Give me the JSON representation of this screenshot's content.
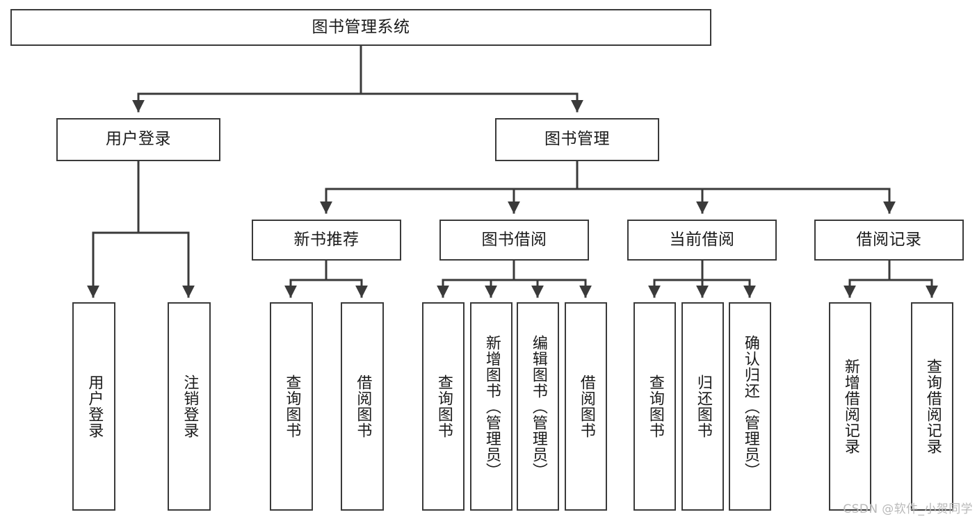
{
  "diagram": {
    "title": "图书管理系统",
    "type": "tree-hierarchy",
    "watermark": "CSDN @软件_小贺同学",
    "colors": {
      "stroke": "#3a3a3a",
      "fill": "#ffffff",
      "text": "#1a1a1a",
      "watermark": "#b9b9b9"
    },
    "levels": {
      "root": "图书管理系统",
      "level2": [
        "用户登录",
        "图书管理"
      ],
      "level3": [
        "新书推荐",
        "图书借阅",
        "当前借阅",
        "借阅记录"
      ]
    },
    "nodes": {
      "root": {
        "label": "图书管理系统"
      },
      "user_login": {
        "label": "用户登录"
      },
      "book_manage": {
        "label": "图书管理"
      },
      "new_book_rec": {
        "label": "新书推荐"
      },
      "book_borrow": {
        "label": "图书借阅"
      },
      "current_borrow": {
        "label": "当前借阅"
      },
      "borrow_record": {
        "label": "借阅记录"
      },
      "leaf_user_login": {
        "label": "用户登录"
      },
      "leaf_logout": {
        "label": "注销登录"
      },
      "leaf_query_book_1": {
        "label": "查询图书"
      },
      "leaf_borrow_book_1": {
        "label": "借阅图书"
      },
      "leaf_query_book_2": {
        "label": "查询图书"
      },
      "leaf_add_book": {
        "label": "新增图书（管理员）"
      },
      "leaf_edit_book": {
        "label": "编辑图书（管理员）"
      },
      "leaf_borrow_book_2": {
        "label": "借阅图书"
      },
      "leaf_query_book_3": {
        "label": "查询图书"
      },
      "leaf_return_book": {
        "label": "归还图书"
      },
      "leaf_confirm_return": {
        "label": "确认归还（管理员）"
      },
      "leaf_add_record": {
        "label": "新增借阅记录"
      },
      "leaf_query_record": {
        "label": "查询借阅记录"
      }
    },
    "edges": [
      {
        "from": "root",
        "to": "user_login"
      },
      {
        "from": "root",
        "to": "book_manage"
      },
      {
        "from": "user_login",
        "to": "leaf_user_login"
      },
      {
        "from": "user_login",
        "to": "leaf_logout"
      },
      {
        "from": "book_manage",
        "to": "new_book_rec"
      },
      {
        "from": "book_manage",
        "to": "book_borrow"
      },
      {
        "from": "book_manage",
        "to": "current_borrow"
      },
      {
        "from": "book_manage",
        "to": "borrow_record"
      },
      {
        "from": "new_book_rec",
        "to": "leaf_query_book_1"
      },
      {
        "from": "new_book_rec",
        "to": "leaf_borrow_book_1"
      },
      {
        "from": "book_borrow",
        "to": "leaf_query_book_2"
      },
      {
        "from": "book_borrow",
        "to": "leaf_add_book"
      },
      {
        "from": "book_borrow",
        "to": "leaf_edit_book"
      },
      {
        "from": "book_borrow",
        "to": "leaf_borrow_book_2"
      },
      {
        "from": "current_borrow",
        "to": "leaf_query_book_3"
      },
      {
        "from": "current_borrow",
        "to": "leaf_return_book"
      },
      {
        "from": "current_borrow",
        "to": "leaf_confirm_return"
      },
      {
        "from": "borrow_record",
        "to": "leaf_add_record"
      },
      {
        "from": "borrow_record",
        "to": "leaf_query_record"
      }
    ]
  }
}
